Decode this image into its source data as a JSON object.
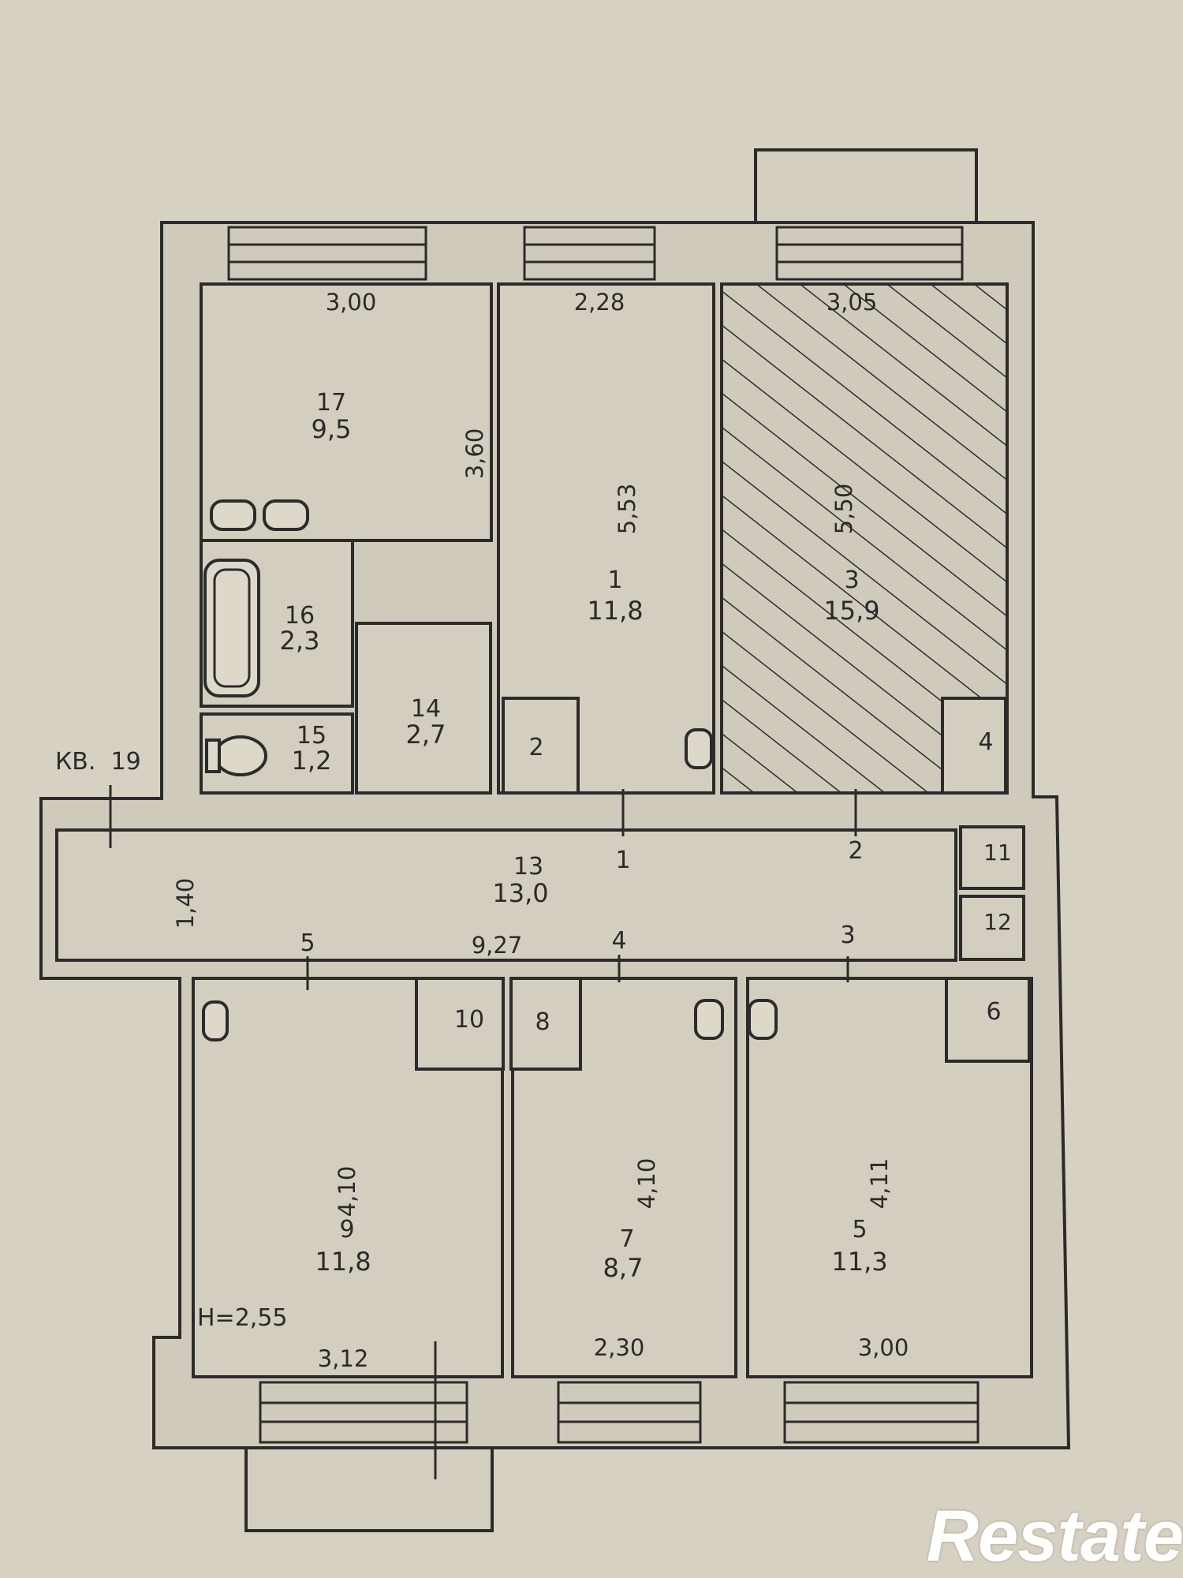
{
  "apartment_label": "КВ.  19",
  "ceiling_height": "H=2,55",
  "watermark": "Restate",
  "rooms": {
    "r17": {
      "num": "17",
      "area": "9,5"
    },
    "r16": {
      "num": "16",
      "area": "2,3"
    },
    "r15": {
      "num": "15",
      "area": "1,2"
    },
    "r14": {
      "num": "14",
      "area": "2,7"
    },
    "r1": {
      "num": "1",
      "area": "11,8"
    },
    "r3": {
      "num": "3",
      "area": "15,9"
    },
    "r13": {
      "num": "13",
      "area": "13,0"
    },
    "r9": {
      "num": "9",
      "area": "11,8"
    },
    "r7": {
      "num": "7",
      "area": "8,7"
    },
    "r5": {
      "num": "5",
      "area": "11,3"
    },
    "c2": "2",
    "c4": "4",
    "c11": "11",
    "c12": "12",
    "c10": "10",
    "c8": "8",
    "c6": "6"
  },
  "dimensions": {
    "top_w17": "3,00",
    "top_w1": "2,28",
    "top_w3": "3,05",
    "h17": "3,60",
    "h1": "5,53",
    "h3": "5,50",
    "corridor_h": "1,40",
    "corridor_w": "9,27",
    "h9": "4,10",
    "h7": "4,10",
    "h5": "4,11",
    "bot_w9": "3,12",
    "bot_w7": "2,30",
    "bot_w5": "3,00"
  },
  "door_marks": {
    "d1": "1",
    "d2": "2",
    "d3": "3",
    "d4": "4",
    "d5": "5"
  },
  "colors": {
    "paper": "#d6d1c2",
    "line": "#2b2b2b",
    "watermark": "#ffffff"
  }
}
